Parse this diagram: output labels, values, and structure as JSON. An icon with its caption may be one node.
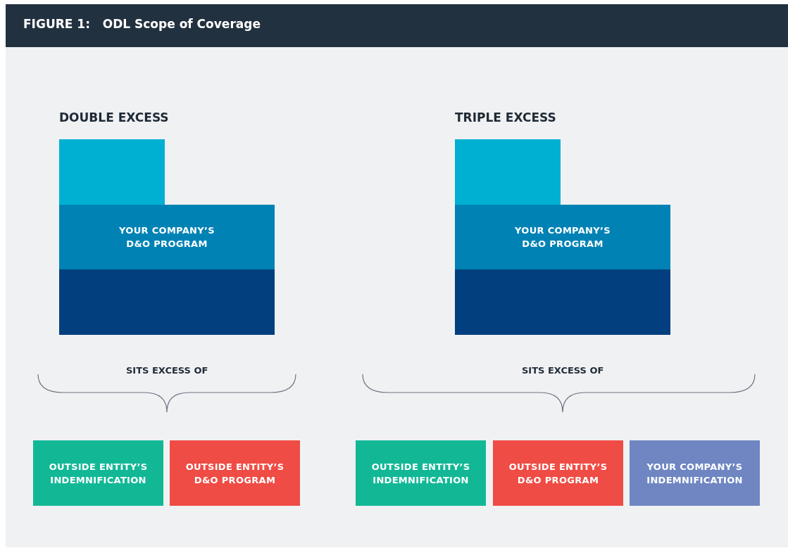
{
  "diagram": {
    "title": "FIGURE 1:   ODL Scope of Coverage",
    "nodes": [
      {
        "text": [],
        "shape": "box"
      },
      {
        "text": [
          "YOUR COMPANY’S D&O PROGRAM"
        ]
      },
      {
        "text": [],
        "shape": "box"
      },
      {
        "text": [],
        "shape": "box"
      },
      {
        "text": [
          "YOUR COMPANY’S D&O PROGRAM"
        ]
      },
      {
        "text": [],
        "shape": "box"
      },
      {
        "text": [
          "OUTSIDE ENTITY’S INDEMNIFICATION"
        ]
      },
      {
        "text": [
          "OUTSIDE ENTITY’S D&O PROGRAM"
        ]
      },
      {
        "text": [
          "OUTSIDE ENTITY’S INDEMNIFICATION"
        ]
      },
      {
        "text": [
          "OUTSIDE ENTITY’S D&O PROGRAM"
        ]
      },
      {
        "text": [
          "YOUR COMPANY’S INDEMNIFICATION"
        ]
      }
    ],
    "edges": [],
    "labels": [
      "DOUBLE EXCESS",
      "TRIPLE EXCESS",
      "SITS EXCESS OF",
      "SITS EXCESS OF"
    ]
  }
}
